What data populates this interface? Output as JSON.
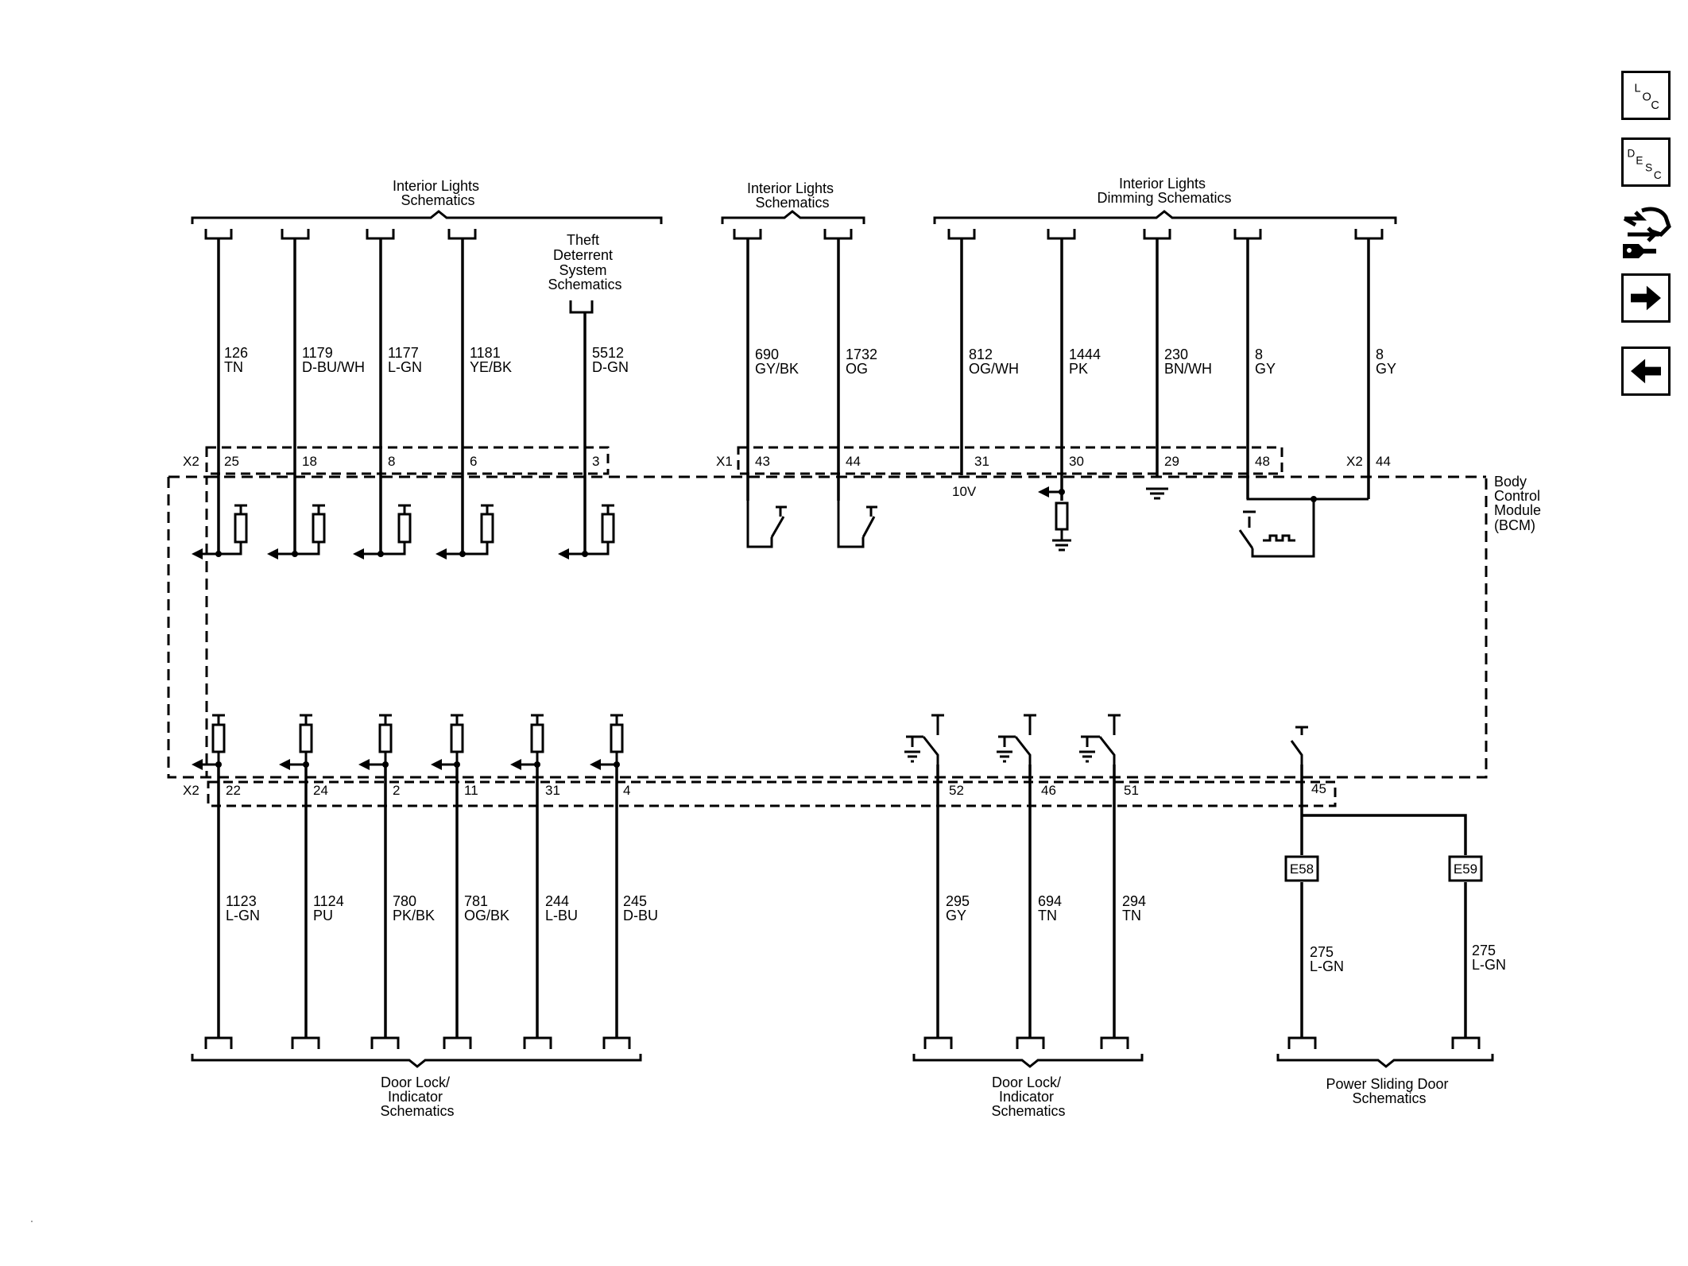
{
  "nav_icons": [
    "loc-icon",
    "desc-icon",
    "connector-icon",
    "next-arrow-icon",
    "previous-arrow-icon"
  ],
  "loc": {
    "l": "L",
    "o": "O",
    "c": "C"
  },
  "desc": {
    "d": "D",
    "e": "E",
    "s": "S",
    "c": "C"
  },
  "groups": {
    "interior_lights_1": [
      "Interior Lights",
      "Schematics"
    ],
    "theft_deterrent": [
      "Theft",
      "Deterrent",
      "System",
      "Schematics"
    ],
    "interior_lights_2": [
      "Interior Lights",
      "Schematics"
    ],
    "dimming": [
      "Interior Lights",
      "Dimming Schematics"
    ],
    "door_lock_1": [
      "Door Lock/",
      "Indicator",
      "Schematics"
    ],
    "door_lock_2": [
      "Door Lock/",
      "Indicator",
      "Schematics"
    ],
    "power_sliding": [
      "Power Sliding Door",
      "Schematics"
    ]
  },
  "module": {
    "name": [
      "Body",
      "Control",
      "Module",
      "(BCM)"
    ],
    "voltage": "10V"
  },
  "connectors": {
    "top_left": "X2",
    "top_mid": "X1",
    "top_right": "X2",
    "bottom": "X2"
  },
  "top_wires": [
    {
      "circuit": "126",
      "color": "TN",
      "pin": "25"
    },
    {
      "circuit": "1179",
      "color": "D-BU/WH",
      "pin": "18"
    },
    {
      "circuit": "1177",
      "color": "L-GN",
      "pin": "8"
    },
    {
      "circuit": "1181",
      "color": "YE/BK",
      "pin": "6"
    },
    {
      "circuit": "5512",
      "color": "D-GN",
      "pin": "3"
    },
    {
      "circuit": "690",
      "color": "GY/BK",
      "pin": "43"
    },
    {
      "circuit": "1732",
      "color": "OG",
      "pin": "44"
    },
    {
      "circuit": "812",
      "color": "OG/WH",
      "pin": "31"
    },
    {
      "circuit": "1444",
      "color": "PK",
      "pin": "30"
    },
    {
      "circuit": "230",
      "color": "BN/WH",
      "pin": "29"
    },
    {
      "circuit": "8",
      "color": "GY",
      "pin": "48"
    },
    {
      "circuit": "8",
      "color": "GY",
      "pin": "44"
    }
  ],
  "bottom_wires": [
    {
      "circuit": "1123",
      "color": "L-GN",
      "pin": "22"
    },
    {
      "circuit": "1124",
      "color": "PU",
      "pin": "24"
    },
    {
      "circuit": "780",
      "color": "PK/BK",
      "pin": "2"
    },
    {
      "circuit": "781",
      "color": "OG/BK",
      "pin": "11"
    },
    {
      "circuit": "244",
      "color": "L-BU",
      "pin": "31"
    },
    {
      "circuit": "245",
      "color": "D-BU",
      "pin": "4"
    },
    {
      "circuit": "295",
      "color": "GY",
      "pin": "52"
    },
    {
      "circuit": "694",
      "color": "TN",
      "pin": "46"
    },
    {
      "circuit": "294",
      "color": "TN",
      "pin": "51"
    },
    {
      "circuit": "275",
      "color": "L-GN",
      "pin": "45"
    },
    {
      "circuit": "275",
      "color": "L-GN",
      "pin": ""
    }
  ],
  "splices": [
    "E58",
    "E59"
  ]
}
